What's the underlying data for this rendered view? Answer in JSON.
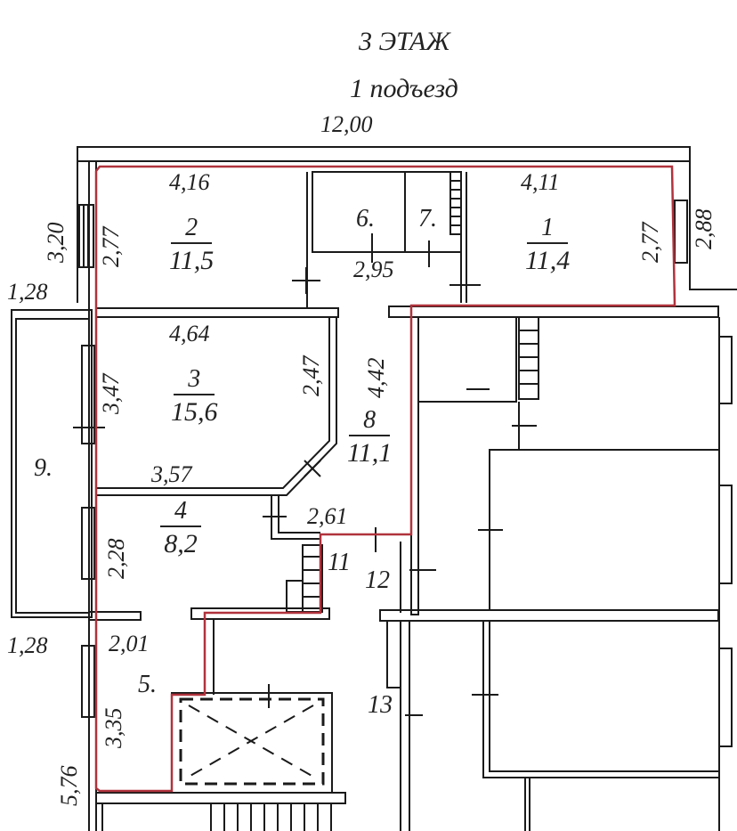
{
  "header": {
    "floor": "3 ЭТАЖ",
    "entrance": "1 подъезд",
    "overall_width": "12,00"
  },
  "colors": {
    "wall": "#1a1a1a",
    "apartment_outline": "#b0323c",
    "background": "#ffffff"
  },
  "rooms": [
    {
      "id": "1",
      "area": "11,4",
      "width": "4,11",
      "depth": "2,77"
    },
    {
      "id": "2",
      "area": "11,5",
      "width": "4,16",
      "depth": "2,77"
    },
    {
      "id": "3",
      "area": "15,6",
      "width_top": "4,64",
      "width_bottom": "3,57",
      "depth_left": "3,47",
      "depth_right": "2,47"
    },
    {
      "id": "4",
      "area": "8,2",
      "depth": "2,28"
    },
    {
      "id": "5",
      "label": "5.",
      "width": "2,01",
      "depth": "3,35"
    },
    {
      "id": "6",
      "label": "6."
    },
    {
      "id": "7",
      "label": "7."
    },
    {
      "id": "8",
      "area": "11,1",
      "depth": "4,42",
      "corridor_width": "2,95",
      "bottom_width": "2,61"
    },
    {
      "id": "9",
      "label": "9."
    },
    {
      "id": "11",
      "label": "11"
    },
    {
      "id": "12",
      "label": "12"
    },
    {
      "id": "13",
      "label": "13"
    }
  ],
  "outer_dims": {
    "left_top": "3,20",
    "left_balcony_top": "1,28",
    "left_balcony_bottom": "1,28",
    "left_bottom": "5,76",
    "right_top": "2,88"
  }
}
